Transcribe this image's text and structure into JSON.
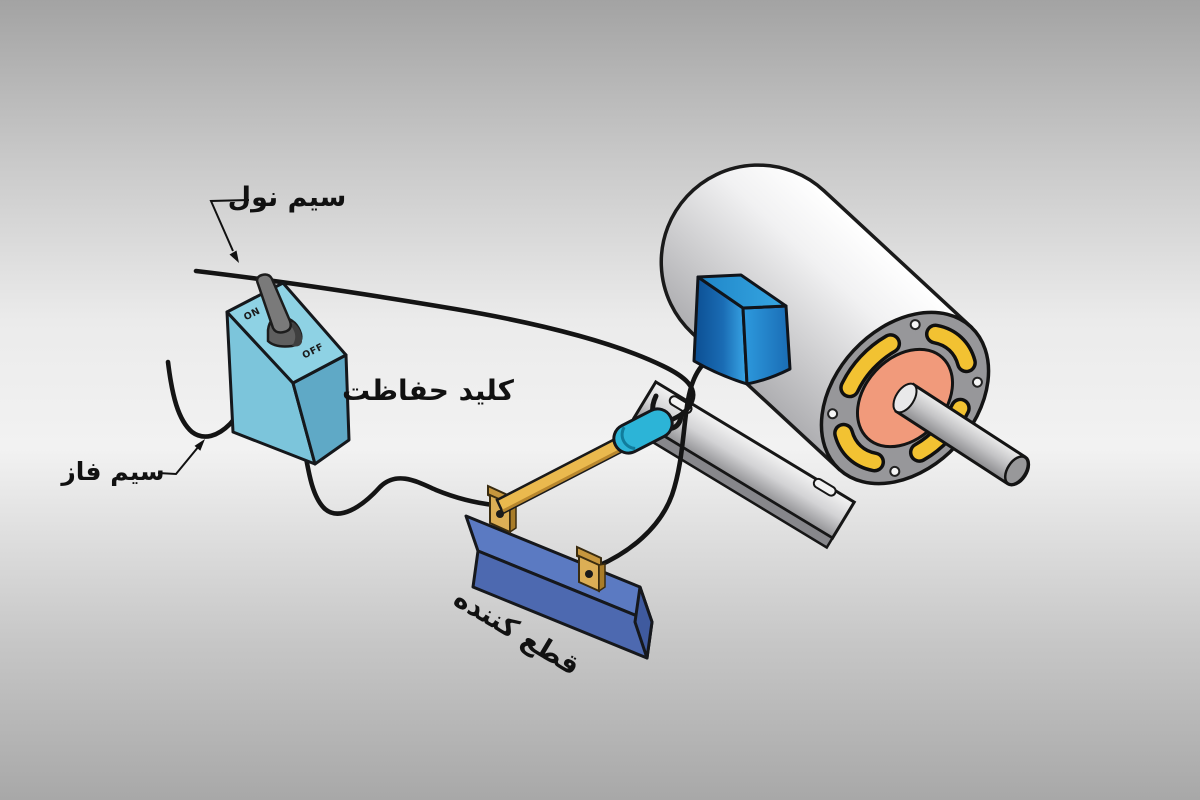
{
  "labels": {
    "neutral_wire": "سیم نول",
    "phase_wire": "سیم فاز",
    "protection_switch": "کلید حفاظت",
    "disconnector": "قطع کننده",
    "switch_on": "ON",
    "switch_off": "OFF"
  },
  "colors": {
    "wire": "#141414",
    "label_text": "#111111",
    "switch_top": "#8ed2e4",
    "switch_front": "#7cc5db",
    "switch_side": "#5fa9c6",
    "toggle_lever": "#7a7a7a",
    "knife_base_top": "#5b7ac2",
    "knife_base_front": "#4d69b0",
    "knife_base_end": "#3f5a9e",
    "knife_lever": "#eab94e",
    "knife_handle": "#2cb4d7",
    "knife_clip": "#dcae55",
    "motor_face": "#97979a",
    "motor_hub": "#f19a7b",
    "motor_slot": "#f2c232",
    "terminal_box_accent": "#2a98da"
  }
}
